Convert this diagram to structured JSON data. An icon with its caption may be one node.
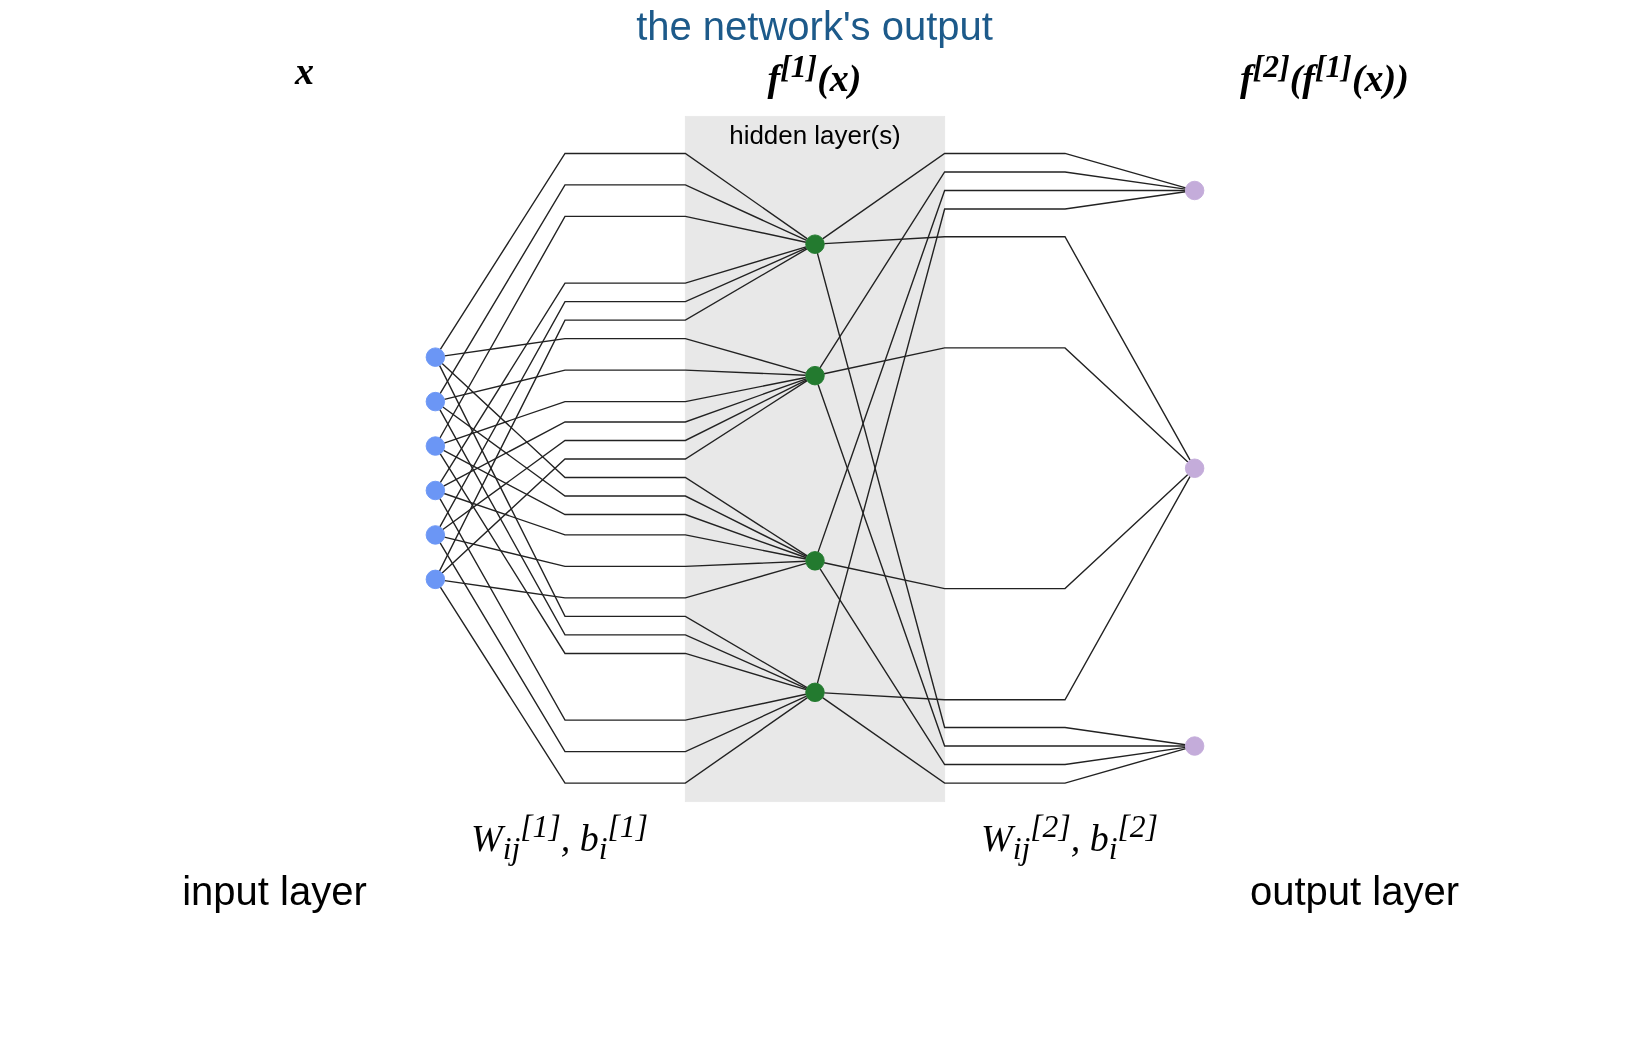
{
  "diagram": {
    "title": "the network's output",
    "nodes": [
      {
        "text": [],
        "shape": "circle"
      },
      {
        "text": [],
        "shape": "circle"
      },
      {
        "text": [],
        "shape": "circle"
      },
      {
        "text": [],
        "shape": "circle"
      },
      {
        "text": [],
        "shape": "circle"
      },
      {
        "text": [],
        "shape": "circle"
      },
      {
        "text": [
          "hidden layer(s)"
        ]
      },
      {
        "text": [],
        "shape": "circle",
        "in": 6
      },
      {
        "text": [],
        "shape": "circle",
        "in": 6
      },
      {
        "text": [],
        "shape": "circle",
        "in": 6
      },
      {
        "text": [],
        "shape": "circle",
        "in": 6
      },
      {
        "text": [],
        "shape": "circle"
      },
      {
        "text": [],
        "shape": "circle"
      },
      {
        "text": [],
        "shape": "circle"
      }
    ],
    "edges": [
      {
        "from": 0,
        "to": 7,
        "arrow": "none"
      },
      {
        "from": 0,
        "to": 8,
        "arrow": "none"
      },
      {
        "from": 0,
        "to": 9,
        "arrow": "none"
      },
      {
        "from": 0,
        "to": 10,
        "arrow": "none"
      },
      {
        "from": 1,
        "to": 7,
        "arrow": "none"
      },
      {
        "from": 1,
        "to": 8,
        "arrow": "none"
      },
      {
        "from": 1,
        "to": 9,
        "arrow": "none"
      },
      {
        "from": 1,
        "to": 10,
        "arrow": "none"
      },
      {
        "from": 2,
        "to": 7,
        "arrow": "none"
      },
      {
        "from": 2,
        "to": 8,
        "arrow": "none"
      },
      {
        "from": 2,
        "to": 9,
        "arrow": "none"
      },
      {
        "from": 2,
        "to": 10,
        "arrow": "none"
      },
      {
        "from": 3,
        "to": 7,
        "arrow": "none"
      },
      {
        "from": 3,
        "to": 8,
        "arrow": "none"
      },
      {
        "from": 3,
        "to": 9,
        "arrow": "none"
      },
      {
        "from": 3,
        "to": 10,
        "arrow": "none"
      },
      {
        "from": 4,
        "to": 7,
        "arrow": "none"
      },
      {
        "from": 4,
        "to": 8,
        "arrow": "none"
      },
      {
        "from": 4,
        "to": 9,
        "arrow": "none"
      },
      {
        "from": 4,
        "to": 10,
        "arrow": "none"
      },
      {
        "from": 5,
        "to": 7,
        "arrow": "none"
      },
      {
        "from": 5,
        "to": 8,
        "arrow": "none"
      },
      {
        "from": 5,
        "to": 9,
        "arrow": "none"
      },
      {
        "from": 5,
        "to": 10,
        "arrow": "none"
      },
      {
        "from": 7,
        "to": 11,
        "arrow": "none"
      },
      {
        "from": 7,
        "to": 12,
        "arrow": "none"
      },
      {
        "from": 7,
        "to": 13,
        "arrow": "none"
      },
      {
        "from": 8,
        "to": 11,
        "arrow": "none"
      },
      {
        "from": 8,
        "to": 12,
        "arrow": "none"
      },
      {
        "from": 8,
        "to": 13,
        "arrow": "none"
      },
      {
        "from": 9,
        "to": 11,
        "arrow": "none"
      },
      {
        "from": 9,
        "to": 12,
        "arrow": "none"
      },
      {
        "from": 9,
        "to": 13,
        "arrow": "none"
      },
      {
        "from": 10,
        "to": 11,
        "arrow": "none"
      },
      {
        "from": 10,
        "to": 12,
        "arrow": "none"
      },
      {
        "from": 10,
        "to": 13,
        "arrow": "none"
      }
    ],
    "labels": [
      "x",
      "f$^{[1]}$(x)",
      "f$^{[2]}$(f$^{[1]}$(x))",
      "W$_{ij}$$^{[1]}$, b$_{i}$$^{[1]}$",
      "W$_{ij}$$^{[2]}$, b$_{i}$$^{[2]}$",
      "input layer",
      "output layer"
    ]
  }
}
